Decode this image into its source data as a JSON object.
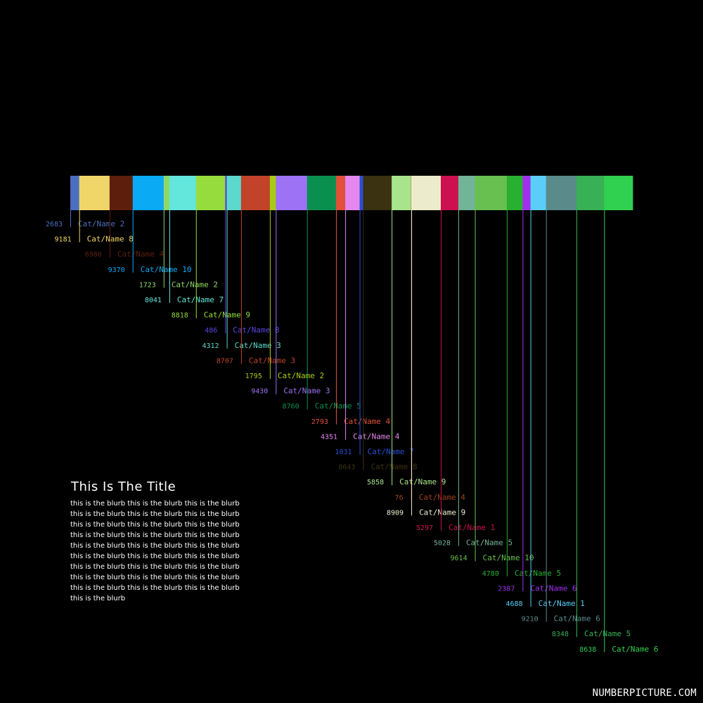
{
  "title": "This Is The Title",
  "blurb": "this is the blurb this is the blurb this is the blurb this is the blurb this is the blurb this is the blurb this is the blurb this is the blurb this is the blurb this is the blurb this is the blurb this is the blurb this is the blurb this is the blurb this is the blurb this is the blurb this is the blurb this is the blurb this is the blurb this is the blurb this is the blurb this is the blurb this is the blurb this is the blurb this is the blurb this is the blurb this is the blurb this is the blurb",
  "brand": "NUMBERPICTURE.COM",
  "colors": {
    "background": "#000000",
    "text": "#ffffff"
  },
  "chart_data": {
    "type": "bar",
    "orientation": "stacked-horizontal",
    "title": "",
    "segments": [
      {
        "label": "Cat/Name 2",
        "value": 2683,
        "color": "#4a6fbf"
      },
      {
        "label": "Cat/Name 8",
        "value": 9181,
        "color": "#f0d66a"
      },
      {
        "label": "Cat/Name 4",
        "value": 6980,
        "color": "#5e1e0c"
      },
      {
        "label": "Cat/Name 10",
        "value": 9370,
        "color": "#0aaaf5"
      },
      {
        "label": "Cat/Name 2",
        "value": 1723,
        "color": "#8ed86a"
      },
      {
        "label": "Cat/Name 7",
        "value": 8041,
        "color": "#63e6dc"
      },
      {
        "label": "Cat/Name 9",
        "value": 8818,
        "color": "#96dc3c"
      },
      {
        "label": "Cat/Name 8",
        "value": 486,
        "color": "#5a45e0"
      },
      {
        "label": "Cat/Name 3",
        "value": 4312,
        "color": "#5cd8cc"
      },
      {
        "label": "Cat/Name 3",
        "value": 8707,
        "color": "#c0432a"
      },
      {
        "label": "Cat/Name 2",
        "value": 1795,
        "color": "#a8cc12"
      },
      {
        "label": "Cat/Name 3",
        "value": 9430,
        "color": "#9d72f5"
      },
      {
        "label": "Cat/Name 5",
        "value": 8760,
        "color": "#099050"
      },
      {
        "label": "Cat/Name 4",
        "value": 2793,
        "color": "#e0503a"
      },
      {
        "label": "Cat/Name 4",
        "value": 4351,
        "color": "#e487ee"
      },
      {
        "label": "Cat/Name 7",
        "value": 1031,
        "color": "#2a4ed8"
      },
      {
        "label": "Cat/Name 8",
        "value": 8643,
        "color": "#3a3210"
      },
      {
        "label": "Cat/Name 9",
        "value": 5858,
        "color": "#a8e48c"
      },
      {
        "label": "Cat/Name 4",
        "value": 76,
        "color": "#a0401c"
      },
      {
        "label": "Cat/Name 9",
        "value": 8909,
        "color": "#ececcc"
      },
      {
        "label": "Cat/Name 1",
        "value": 5297,
        "color": "#cc1050"
      },
      {
        "label": "Cat/Name 5",
        "value": 5028,
        "color": "#72b498"
      },
      {
        "label": "Cat/Name 10",
        "value": 9614,
        "color": "#68c050"
      },
      {
        "label": "Cat/Name 5",
        "value": 4780,
        "color": "#28b030"
      },
      {
        "label": "Cat/Name 6",
        "value": 2387,
        "color": "#a030ec"
      },
      {
        "label": "Cat/Name 1",
        "value": 4688,
        "color": "#5acef8"
      },
      {
        "label": "Cat/Name 6",
        "value": 9210,
        "color": "#5a8a8a"
      },
      {
        "label": "Cat/Name 5",
        "value": 8348,
        "color": "#38b055"
      },
      {
        "label": "Cat/Name 6",
        "value": 8638,
        "color": "#30d050"
      }
    ]
  }
}
